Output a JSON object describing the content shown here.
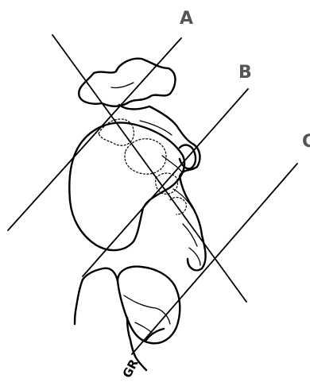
{
  "labels": {
    "a": "A",
    "b": "B",
    "c": "C",
    "gr": "GR"
  },
  "colors": {
    "label_gray": "#555555",
    "line": "#000000",
    "background": "#ffffff"
  }
}
